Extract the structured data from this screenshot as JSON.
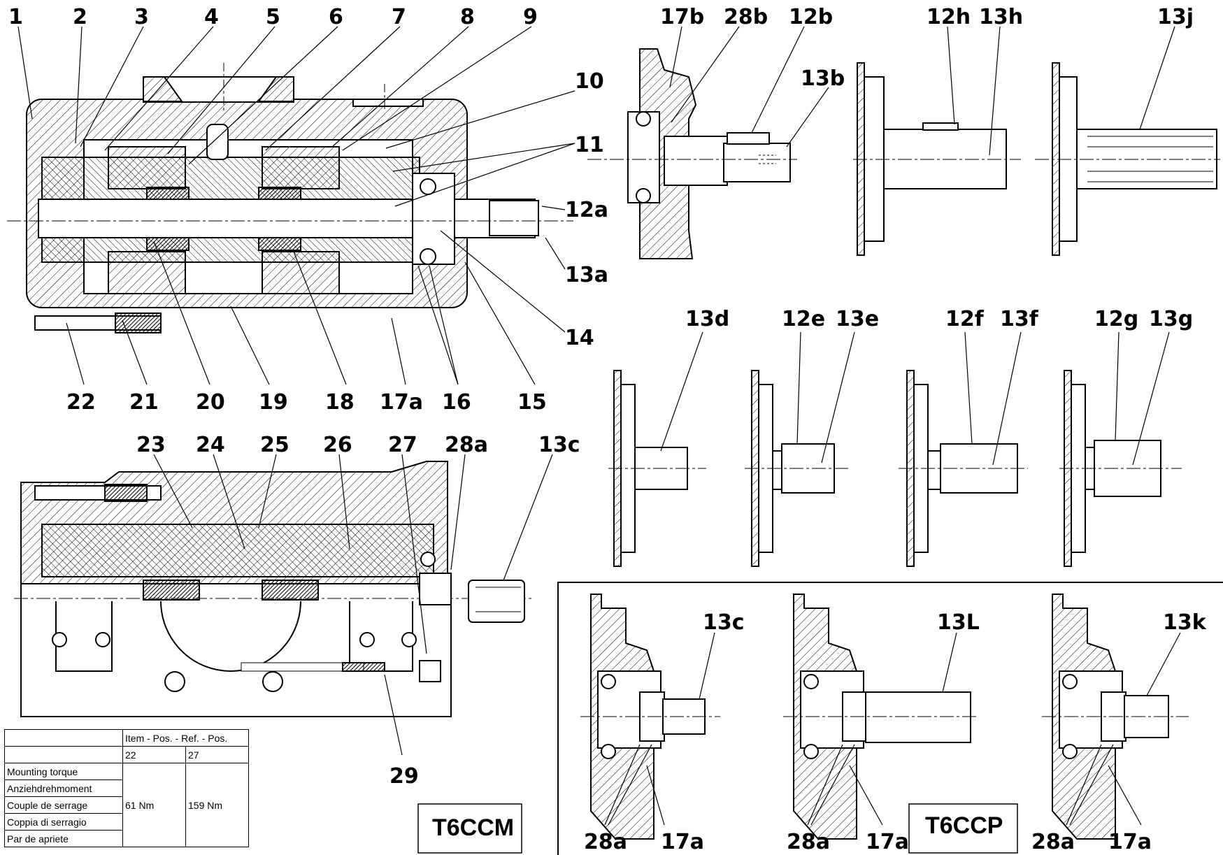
{
  "callouts": {
    "top_numbers": [
      "1",
      "2",
      "3",
      "4",
      "5",
      "6",
      "7",
      "8",
      "9"
    ],
    "n10": "10",
    "n11": "11",
    "n12a": "12a",
    "n13a": "13a",
    "n14": "14",
    "bottom_numbers": [
      "22",
      "21",
      "20",
      "19",
      "18",
      "17a",
      "16",
      "15"
    ],
    "mid_numbers": [
      "23",
      "24",
      "25",
      "26",
      "27",
      "28a",
      "13c"
    ],
    "n29": "29",
    "shaft_b": [
      "17b",
      "28b",
      "12b",
      "13b"
    ],
    "shaft_h": [
      "12h",
      "13h"
    ],
    "shaft_j": "13j",
    "shaft_d": "13d",
    "shaft_e": [
      "12e",
      "13e"
    ],
    "shaft_f": [
      "12f",
      "13f"
    ],
    "shaft_g": [
      "12g",
      "13g"
    ],
    "box_c": "13c",
    "box_l": "13L",
    "box_k": "13k",
    "box_28a": "28a",
    "box_17a": "17a"
  },
  "model_labels": {
    "left": "T6CCM",
    "right": "T6CCP"
  },
  "torque_table": {
    "header": "Item - Pos. - Ref. - Pos.",
    "items": [
      "22",
      "27"
    ],
    "rows": [
      "Mounting torque",
      "Anziehdrehmoment",
      "Couple de serrage",
      "Coppia di serragio",
      "Par de apriete"
    ],
    "values": [
      "61 Nm",
      "159 Nm"
    ]
  }
}
